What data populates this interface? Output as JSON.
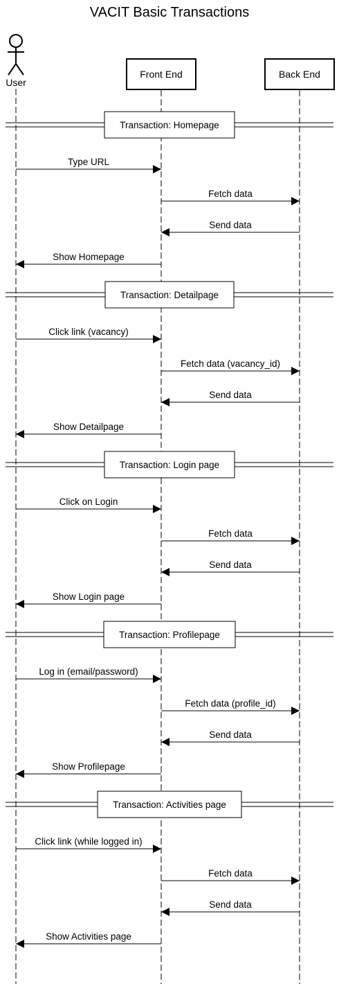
{
  "diagram": {
    "title": "VACIT Basic Transactions",
    "actor": {
      "label": "User"
    },
    "participants": [
      {
        "id": "fe",
        "label": "Front End"
      },
      {
        "id": "be",
        "label": "Back End"
      }
    ],
    "transactions": [
      {
        "label": "Transaction: Homepage",
        "messages": [
          {
            "from": "user",
            "to": "fe",
            "label": "Type URL"
          },
          {
            "from": "fe",
            "to": "be",
            "label": "Fetch data"
          },
          {
            "from": "be",
            "to": "fe",
            "label": "Send data"
          },
          {
            "from": "fe",
            "to": "user",
            "label": "Show Homepage"
          }
        ]
      },
      {
        "label": "Transaction: Detailpage",
        "messages": [
          {
            "from": "user",
            "to": "fe",
            "label": "Click link (vacancy)"
          },
          {
            "from": "fe",
            "to": "be",
            "label": "Fetch data (vacancy_id)"
          },
          {
            "from": "be",
            "to": "fe",
            "label": "Send data"
          },
          {
            "from": "fe",
            "to": "user",
            "label": "Show Detailpage"
          }
        ]
      },
      {
        "label": "Transaction: Login page",
        "messages": [
          {
            "from": "user",
            "to": "fe",
            "label": "Click on Login"
          },
          {
            "from": "fe",
            "to": "be",
            "label": "Fetch data"
          },
          {
            "from": "be",
            "to": "fe",
            "label": "Send data"
          },
          {
            "from": "fe",
            "to": "user",
            "label": "Show Login page"
          }
        ]
      },
      {
        "label": "Transaction: Profilepage",
        "messages": [
          {
            "from": "user",
            "to": "fe",
            "label": "Log in (email/password)"
          },
          {
            "from": "fe",
            "to": "be",
            "label": "Fetch data (profile_id)"
          },
          {
            "from": "be",
            "to": "fe",
            "label": "Send data"
          },
          {
            "from": "fe",
            "to": "user",
            "label": "Show Profilepage"
          }
        ]
      },
      {
        "label": "Transaction: Activities page",
        "messages": [
          {
            "from": "user",
            "to": "fe",
            "label": "Click link (while logged in)"
          },
          {
            "from": "fe",
            "to": "be",
            "label": "Fetch data"
          },
          {
            "from": "be",
            "to": "fe",
            "label": "Send data"
          },
          {
            "from": "fe",
            "to": "user",
            "label": "Show Activities page"
          }
        ]
      }
    ]
  }
}
